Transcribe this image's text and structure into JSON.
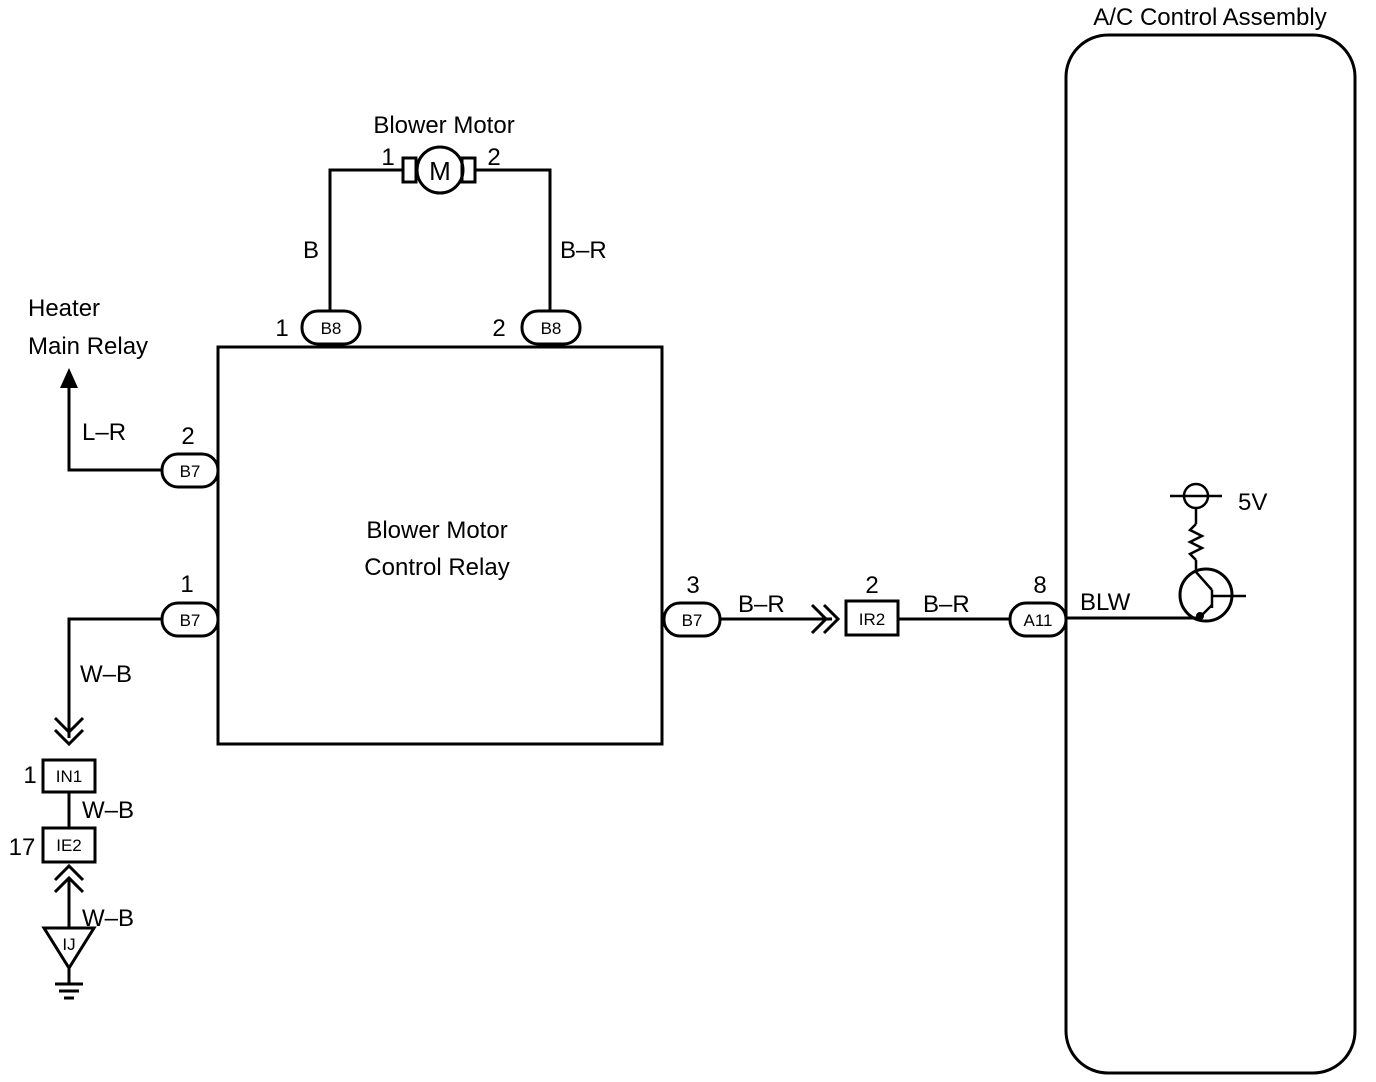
{
  "components": {
    "blower_motor": {
      "title": "Blower Motor",
      "symbol": "M",
      "pin_left": "1",
      "pin_right": "2"
    },
    "relay": {
      "line1": "Blower Motor",
      "line2": "Control Relay"
    },
    "heater_relay": {
      "line1": "Heater",
      "line2": "Main Relay"
    },
    "ac_assembly": {
      "title": "A/C Control Assembly",
      "voltage": "5V",
      "terminal": "BLW"
    }
  },
  "wires": {
    "motor_left": "B",
    "motor_right": "B–R",
    "heater": "L–R",
    "ground_1": "W–B",
    "ground_2": "W–B",
    "ground_3": "W–B",
    "out_1": "B–R",
    "out_2": "B–R"
  },
  "connectors": {
    "b8_left": {
      "pin": "1",
      "code": "B8"
    },
    "b8_right": {
      "pin": "2",
      "code": "B8"
    },
    "b7_top": {
      "pin": "2",
      "code": "B7"
    },
    "b7_bottom": {
      "pin": "1",
      "code": "B7"
    },
    "b7_right": {
      "pin": "3",
      "code": "B7"
    },
    "ir2": {
      "pin": "2",
      "code": "IR2"
    },
    "a11": {
      "pin": "8",
      "code": "A11"
    },
    "in1": {
      "pin": "1",
      "code": "IN1"
    },
    "ie2": {
      "pin": "17",
      "code": "IE2"
    },
    "ground_point": {
      "code": "IJ"
    }
  }
}
